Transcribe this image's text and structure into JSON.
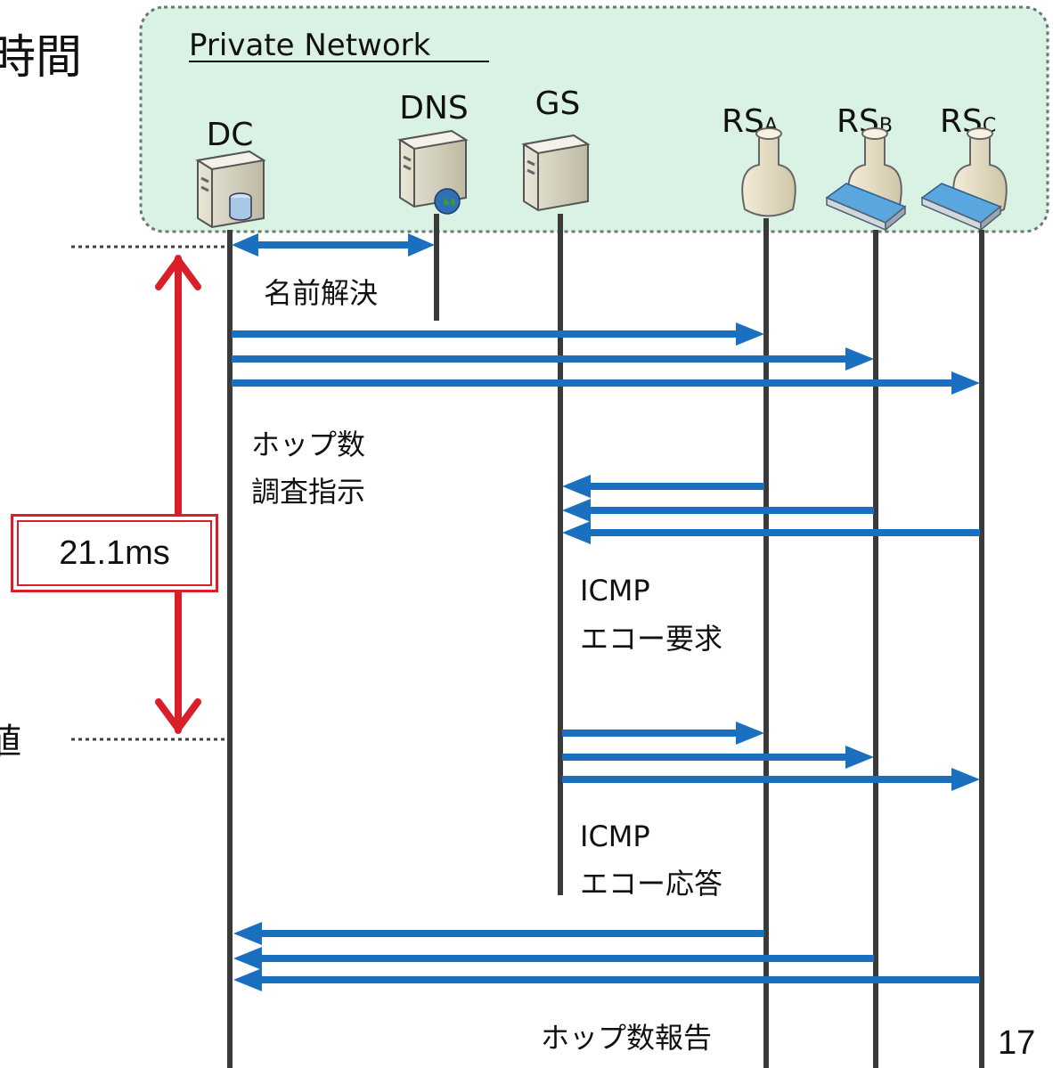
{
  "header": {
    "title_fragment": "時間",
    "left_fragment": "値"
  },
  "network": {
    "label": "Private Network"
  },
  "nodes": [
    {
      "id": "dc",
      "label": "DC",
      "sub": "",
      "kind": "server-database"
    },
    {
      "id": "dns",
      "label": "DNS",
      "sub": "",
      "kind": "server-globe"
    },
    {
      "id": "gs",
      "label": "GS",
      "sub": "",
      "kind": "server"
    },
    {
      "id": "rsa",
      "label": "RS",
      "sub": "A",
      "kind": "bollard"
    },
    {
      "id": "rsb",
      "label": "RS",
      "sub": "B",
      "kind": "bollard-router"
    },
    {
      "id": "rsc",
      "label": "RS",
      "sub": "C",
      "kind": "bollard-router"
    }
  ],
  "messages": {
    "name_resolution": "名前解決",
    "hop_survey_line1": "ホップ数",
    "hop_survey_line2": "調査指示",
    "icmp_req_line1": "ICMP",
    "icmp_req_line2": "エコー要求",
    "icmp_rep_line1": "ICMP",
    "icmp_rep_line2": "エコー応答",
    "hop_report": "ホップ数報告"
  },
  "duration": {
    "value": "21.1ms"
  },
  "page_number": "17",
  "colors": {
    "arrow": "#1b6fbf",
    "duration": "#d9202a",
    "network_fill": "#d9f2e4",
    "lifeline": "#3a3a3a"
  }
}
